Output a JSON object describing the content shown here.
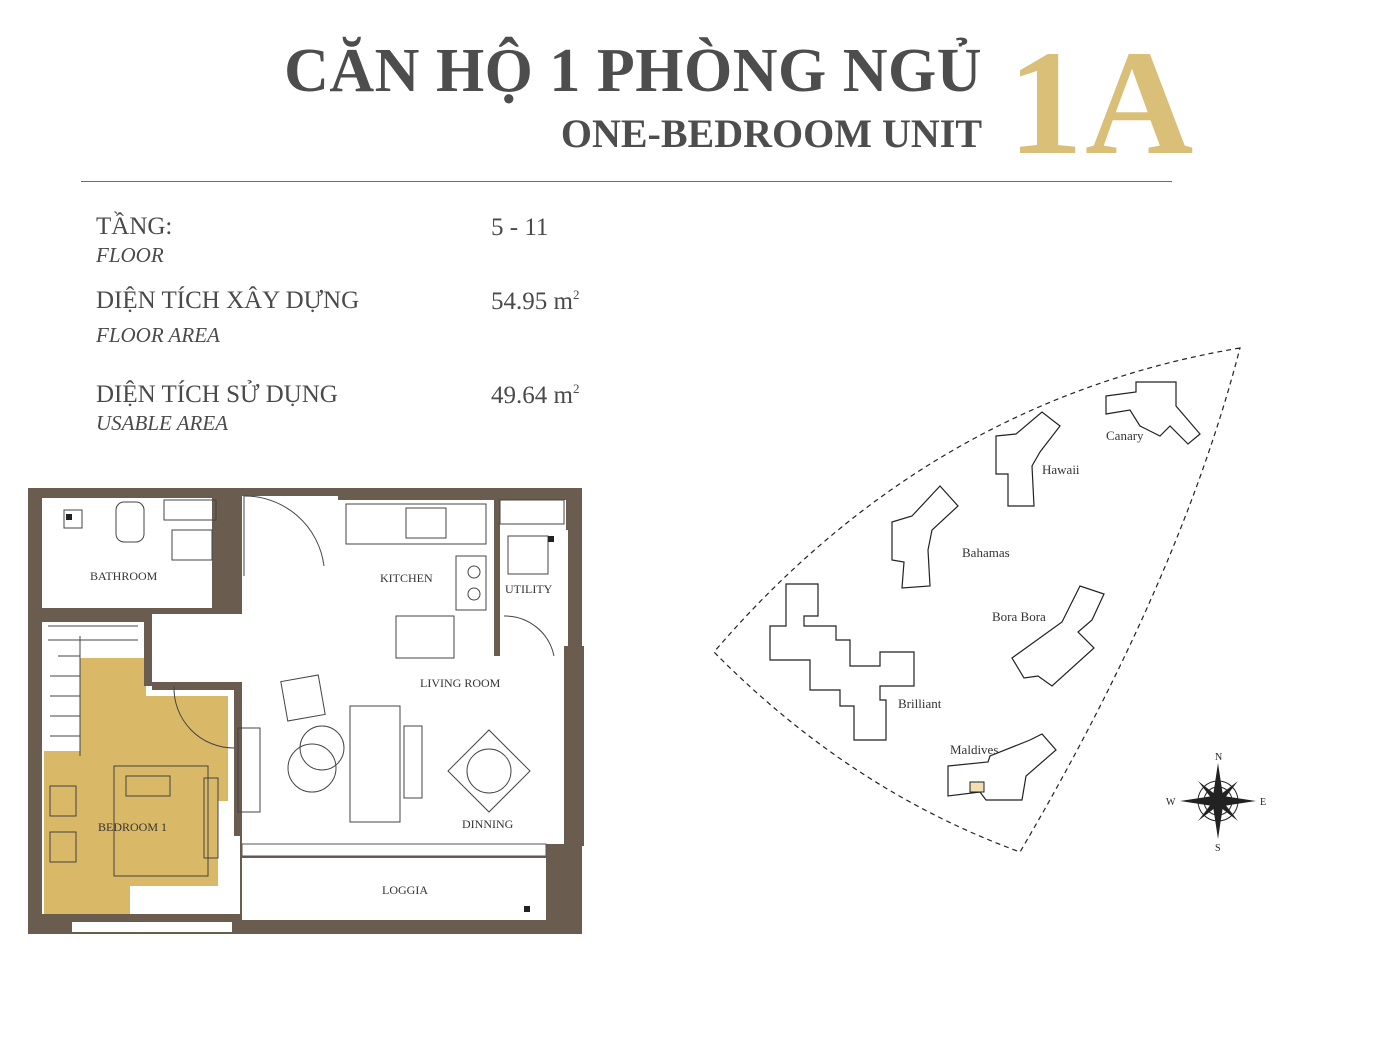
{
  "header": {
    "title_vn": "CĂN HỘ 1 PHÒNG NGỦ",
    "title_en": "ONE-BEDROOM UNIT",
    "unit_code": "1A"
  },
  "specs": [
    {
      "label": "TẦNG:",
      "sublabel": "FLOOR",
      "value": "5 - 11",
      "unit_sup": ""
    },
    {
      "label": "DIỆN TÍCH XÂY DỰNG",
      "sublabel": "FLOOR AREA",
      "value": "54.95 m",
      "unit_sup": "2"
    },
    {
      "label": "DIỆN TÍCH SỬ DỤNG",
      "sublabel": "USABLE AREA",
      "value": "49.64 m",
      "unit_sup": "2"
    }
  ],
  "floorplan": {
    "rooms": {
      "bathroom": "BATHROOM",
      "kitchen": "KITCHEN",
      "utility": "UTILITY",
      "living_room": "LIVING ROOM",
      "bedroom": "BEDROOM 1",
      "dinning": "DINNING",
      "loggia": "LOGGIA"
    },
    "colors": {
      "wall": "#6a5c4e",
      "bedroom_floor": "#d9b967"
    }
  },
  "site_map": {
    "buildings": {
      "canary": "Canary",
      "hawaii": "Hawaii",
      "bahamas": "Bahamas",
      "bora_bora": "Bora Bora",
      "brilliant": "Brilliant",
      "maldives": "Maldives"
    },
    "compass": {
      "n": "N",
      "s": "S",
      "e": "E",
      "w": "W"
    },
    "highlight_color": "#f2dfb4"
  },
  "colors": {
    "accent": "#d9bf78",
    "text": "#4d4d4d"
  }
}
